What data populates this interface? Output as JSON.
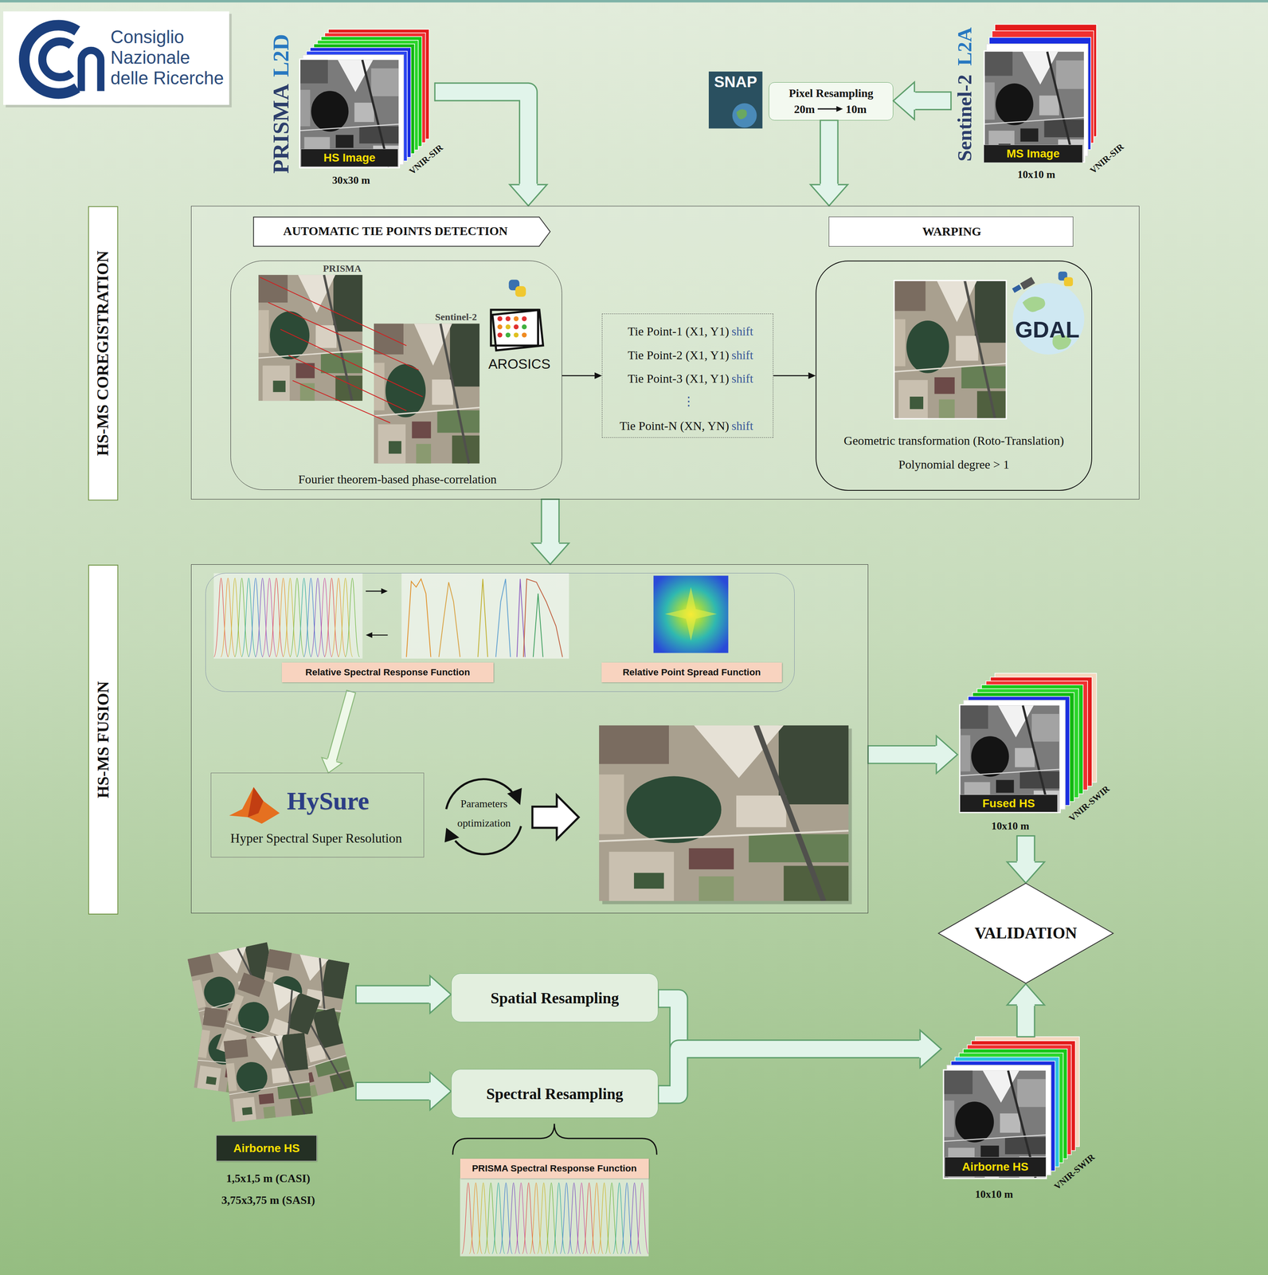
{
  "diagram": {
    "nodes": [
      {
        "text": [
          "Consiglio Nazionale delle Ricerche"
        ]
      },
      {
        "text": [
          "PRISMA",
          "L2D",
          "HS Image",
          "30x30 m"
        ]
      },
      {
        "text": [
          "Pixel Resampling",
          "20m",
          "10m"
        ]
      },
      {
        "text": [
          "Sentinel-2",
          "L2A",
          "MS Image",
          "10x10 m"
        ]
      },
      {
        "text": [
          "HS-MS COREGISTRATION"
        ]
      },
      {
        "text": [
          "AUTOMATIC TIE POINTS DETECTION"
        ],
        "in": 4
      },
      {
        "text": [
          "WARPING"
        ],
        "in": 4
      },
      {
        "text": [
          "PRISMA",
          "Sentinel-2",
          "AROSICS",
          "Fourier theorem-based phase-correlation"
        ],
        "in": 4
      },
      {
        "text": [
          "Tie Point-1 (X1, Y1)",
          "shift",
          "Tie Point-2 (X1, Y1)",
          "shift",
          "Tie Point-3 (X1, Y1)",
          "shift",
          "⋮",
          "Tie Point-N (XN, YN)",
          "shift"
        ],
        "in": 4
      },
      {
        "text": [
          "GDAL",
          "Geometric transformation (Roto-Translation)",
          "Polynomial degree > 1"
        ],
        "in": 4
      },
      {
        "text": [
          "HS-MS FUSION"
        ]
      },
      {
        "text": [
          "Relative Spectral Response Function",
          "Relative Point Spread Function"
        ],
        "in": 10
      },
      {
        "text": [
          "HySure",
          "Hyper Spectral Super Resolution"
        ],
        "in": 10
      },
      {
        "text": [
          "Parameters optimization"
        ],
        "in": 10
      },
      {
        "text": [
          "Fused HS",
          "10x10 m"
        ]
      },
      {
        "text": [
          "VALIDATION"
        ]
      },
      {
        "text": [
          "Airborne HS",
          "1,5x1,5 m (CASI)",
          "3,75x3,75 m (SASI)"
        ]
      },
      {
        "text": [
          "Spatial Resampling"
        ]
      },
      {
        "text": [
          "Spectral Resampling"
        ]
      },
      {
        "text": [
          "PRISMA Spectral Response Function"
        ]
      },
      {
        "text": [
          "Airborne HS",
          "10x10 m"
        ]
      }
    ],
    "edges": [
      {
        "from": 1,
        "to": 4,
        "arrow": "to"
      },
      {
        "from": 3,
        "to": 2,
        "arrow": "to"
      },
      {
        "from": 2,
        "to": 4,
        "arrow": "to"
      },
      {
        "from": 7,
        "to": 8,
        "arrow": "to"
      },
      {
        "from": 8,
        "to": 9,
        "arrow": "to"
      },
      {
        "from": 4,
        "to": 10,
        "arrow": "to"
      },
      {
        "from": 11,
        "to": 12,
        "arrow": "to"
      },
      {
        "from": 10,
        "to": 14,
        "arrow": "to"
      },
      {
        "from": 14,
        "to": 15,
        "arrow": "to"
      },
      {
        "from": 20,
        "to": 15,
        "arrow": "to"
      },
      {
        "from": 16,
        "to": 17,
        "arrow": "to"
      },
      {
        "from": 16,
        "to": 18,
        "arrow": "to"
      },
      {
        "from": 17,
        "to": 20,
        "arrow": "to"
      },
      {
        "from": 18,
        "to": 20,
        "arrow": "to"
      }
    ],
    "labels": [
      "VNIR-SIR",
      "SNAP",
      "VNIR-SIR",
      "VNIR-SWIR",
      "VNIR-SWIR"
    ]
  }
}
